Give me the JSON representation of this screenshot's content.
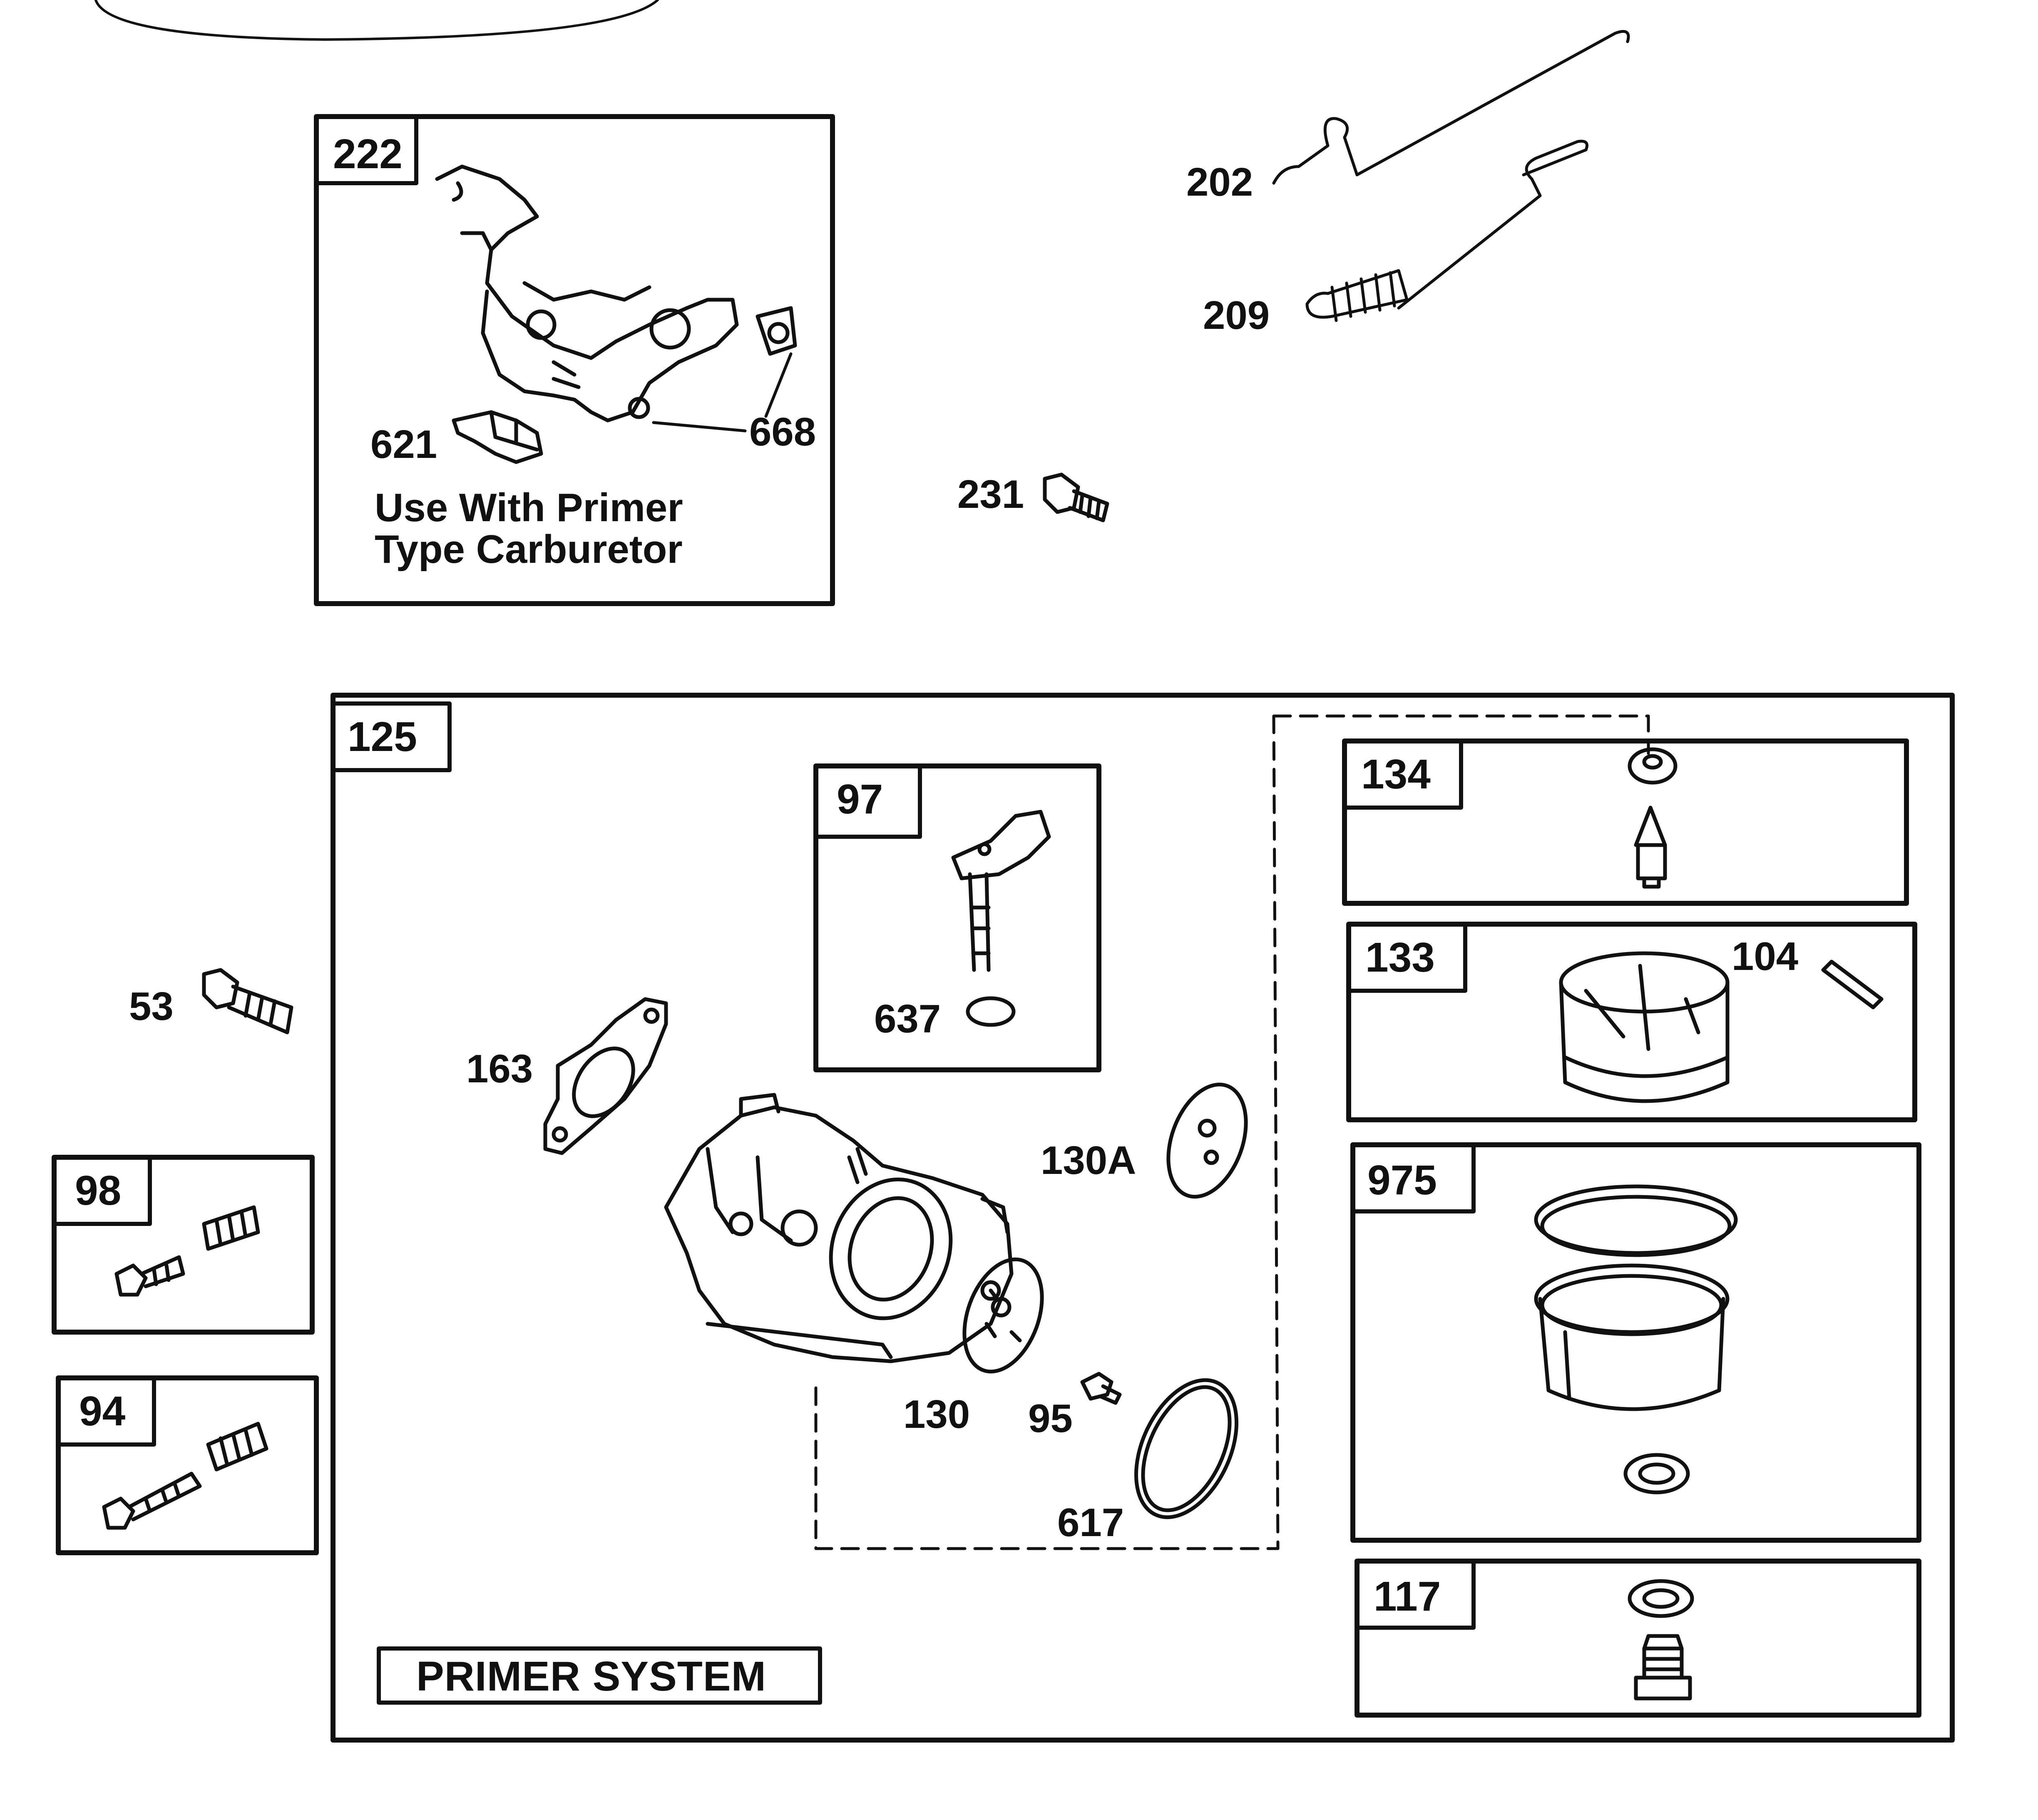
{
  "assembly": {
    "id": "125",
    "banner": "PRIMER SYSTEM"
  },
  "boxes": {
    "b222": {
      "id": "222",
      "note_line1": "Use With Primer",
      "note_line2": "Type Carburetor",
      "parts": [
        "621",
        "668"
      ]
    },
    "b97": {
      "id": "97",
      "parts": [
        "637"
      ]
    },
    "b134": {
      "id": "134"
    },
    "b133": {
      "id": "133",
      "parts": [
        "104"
      ]
    },
    "b975": {
      "id": "975"
    },
    "b117": {
      "id": "117"
    },
    "b98": {
      "id": "98"
    },
    "b94": {
      "id": "94"
    }
  },
  "loose_parts": {
    "p202": "202",
    "p209": "209",
    "p231": "231",
    "p53": "53",
    "p163": "163",
    "p130A": "130A",
    "p130": "130",
    "p95": "95",
    "p617": "617"
  }
}
